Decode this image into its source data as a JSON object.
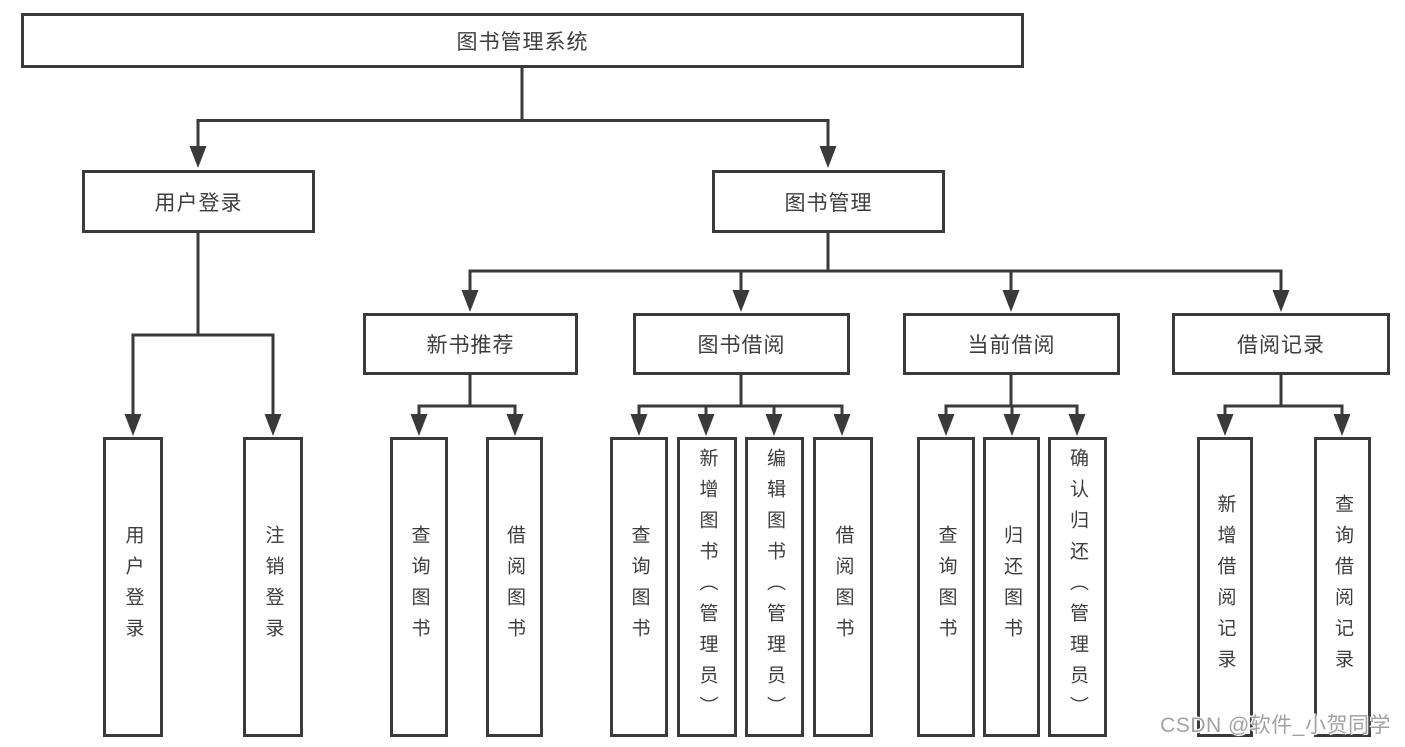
{
  "tree": {
    "root": "图书管理系统",
    "branches": [
      {
        "label": "用户登录",
        "children": [
          "用户登录",
          "注销登录"
        ]
      },
      {
        "label": "图书管理",
        "groups": [
          {
            "label": "新书推荐",
            "children": [
              "查询图书",
              "借阅图书"
            ]
          },
          {
            "label": "图书借阅",
            "children": [
              "查询图书",
              "新增图书（管理员）",
              "编辑图书（管理员）",
              "借阅图书"
            ]
          },
          {
            "label": "当前借阅",
            "children": [
              "查询图书",
              "归还图书",
              "确认归还（管理员）"
            ]
          },
          {
            "label": "借阅记录",
            "children": [
              "新增借阅记录",
              "查询借阅记录"
            ]
          }
        ]
      }
    ]
  },
  "watermark": {
    "text": "CSDN @软件_小贺同学"
  },
  "colors": {
    "line": "#3a3a3a",
    "text": "#3d3d3d",
    "watermark": "#a2a2a6",
    "background": "#ffffff"
  }
}
